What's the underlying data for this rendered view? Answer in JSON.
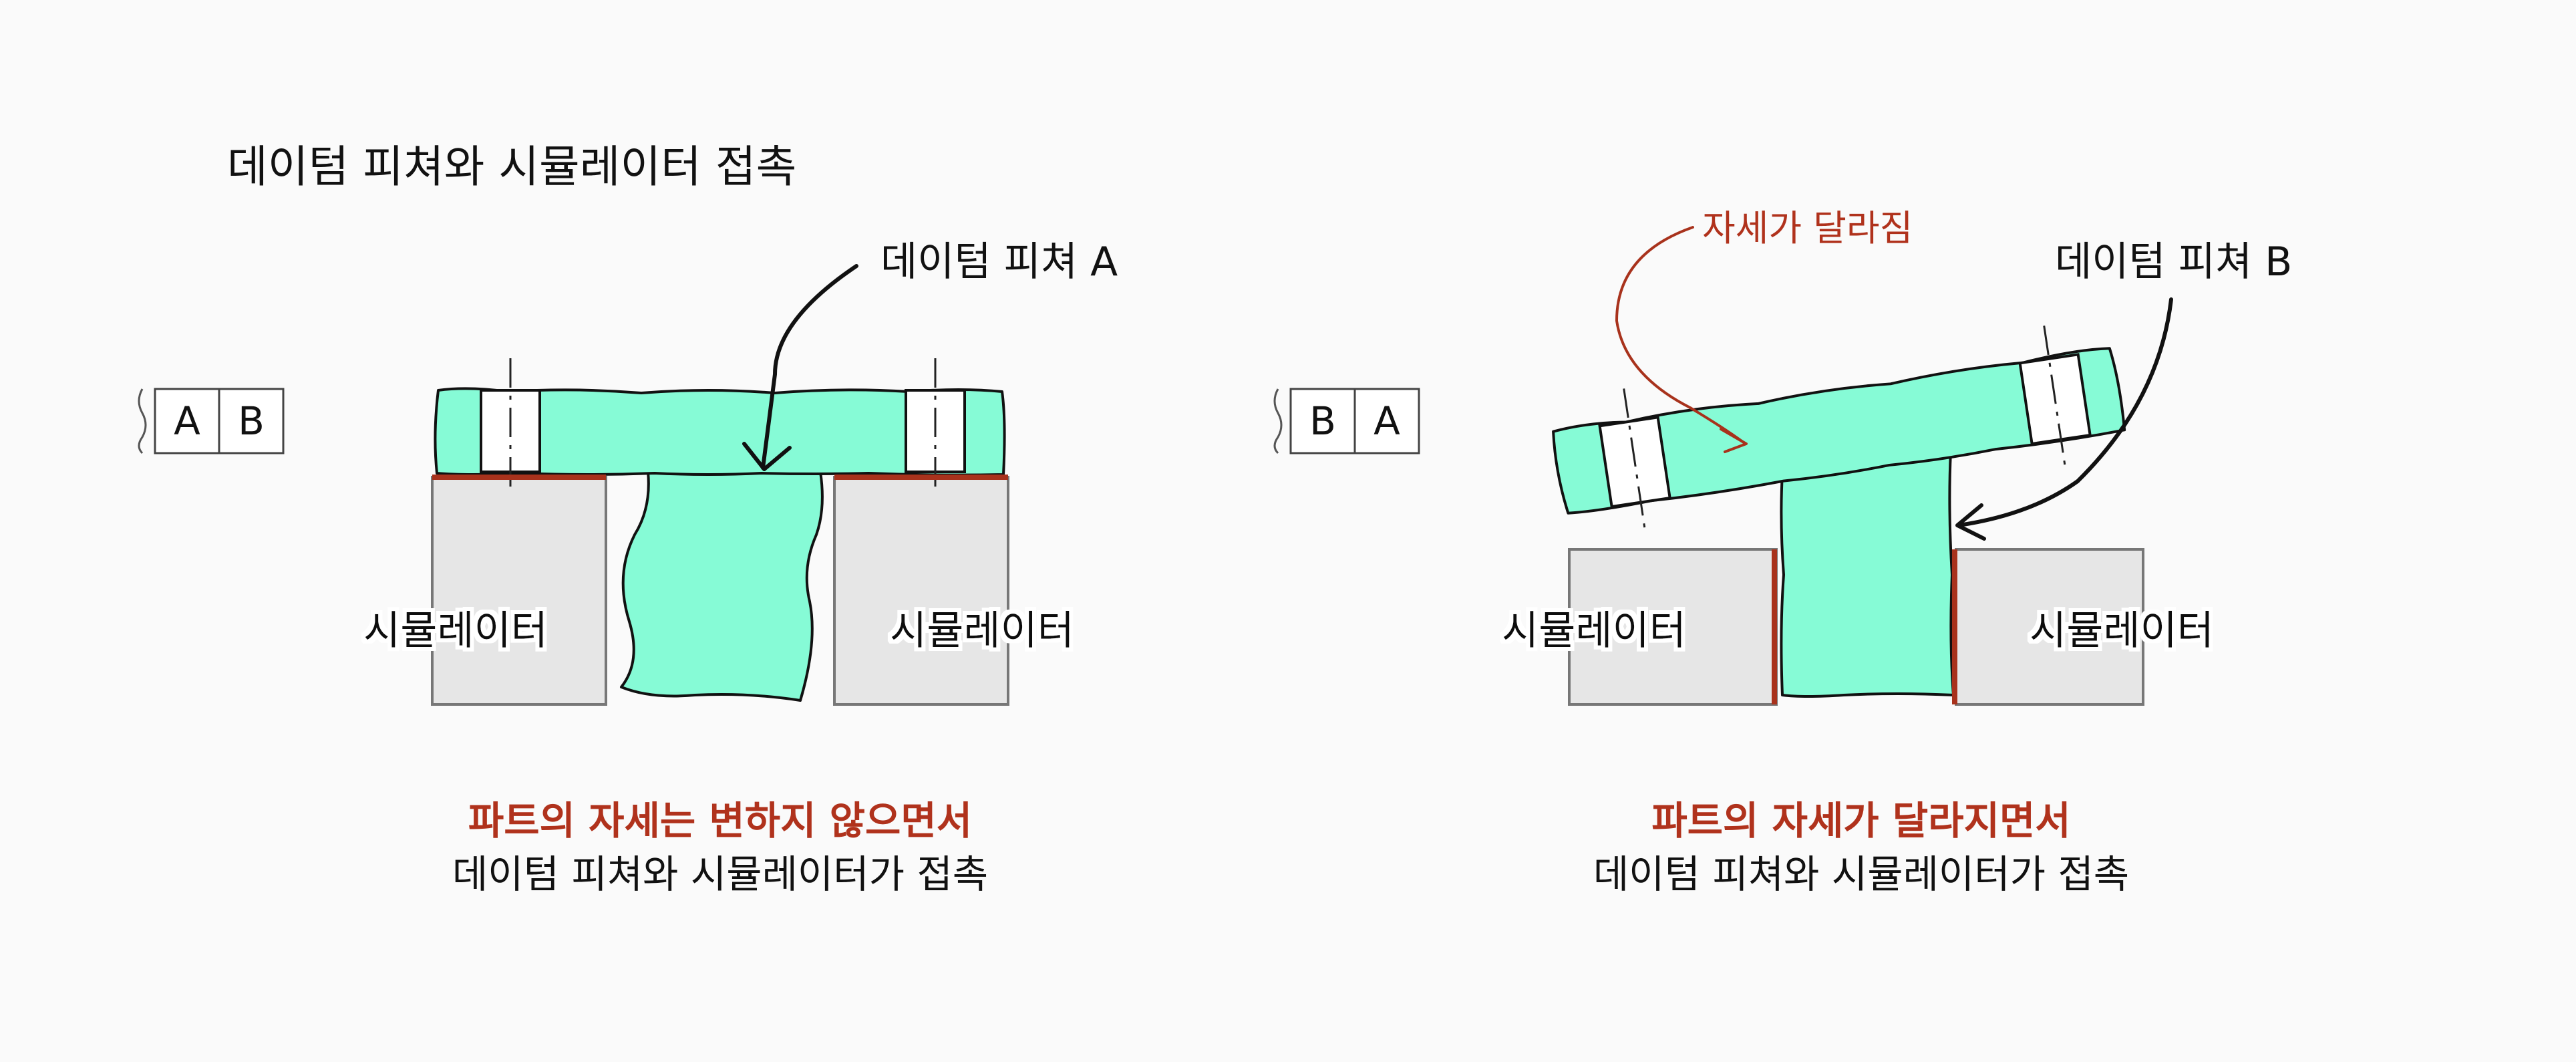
{
  "title": "데이텀 피쳐와 시뮬레이터 접촉",
  "left": {
    "frame": [
      "A",
      "B"
    ],
    "feature_label": "데이텀 피쳐 A",
    "simulator_left": "시뮬레이터",
    "simulator_right": "시뮬레이터",
    "caption_red": "파트의 자세는 변하지 않으면서",
    "caption_black": "데이텀 피쳐와 시뮬레이터가 접촉"
  },
  "right": {
    "frame": [
      "B",
      "A"
    ],
    "attitude_label": "자세가 달라짐",
    "feature_label": "데이텀 피쳐 B",
    "simulator_left": "시뮬레이터",
    "simulator_right": "시뮬레이터",
    "caption_red": "파트의 자세가 달라지면서",
    "caption_black": "데이텀 피쳐와 시뮬레이터가 접촉"
  },
  "colors": {
    "part": "#86fbd6",
    "simulator": "#e6e6e6",
    "contact": "#a8321c",
    "accent_text": "#b0321c"
  }
}
